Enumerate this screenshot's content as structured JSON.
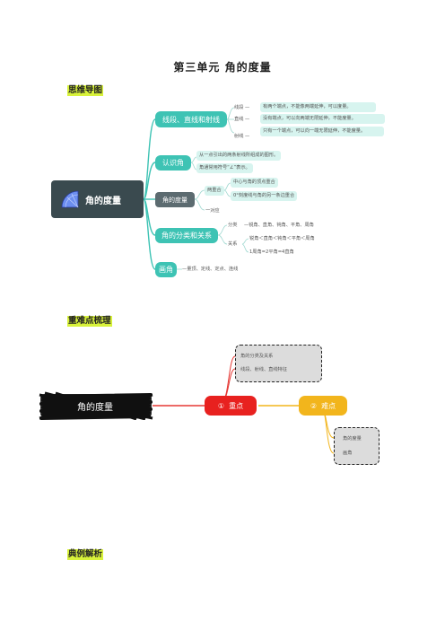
{
  "title": "第三单元  角的度量",
  "sections": {
    "mindmap": "思维导图",
    "keypoints": "重难点梳理",
    "examples": "典例解析"
  },
  "mindmap": {
    "root": "角的度量",
    "branches": {
      "b1": {
        "label": "线段、直线和射线",
        "items": [
          {
            "name": "线段",
            "desc": "有两个端点，不能像两端延伸，可以度量。"
          },
          {
            "name": "直线",
            "desc": "没有端点，可以向两端无限延伸，不能度量。"
          },
          {
            "name": "射线",
            "desc": "只有一个端点，可以向一端无限延伸，不能度量。"
          }
        ]
      },
      "b2": {
        "label": "认识角",
        "items": [
          "从一点引出的两条射线所组成的图形。",
          "角通常用符号“∠”表示。"
        ]
      },
      "b3": {
        "label": "角的度量",
        "sub": "两重合",
        "subitems": [
          "中心与角的顶点重合",
          "0°刻度线与角的另一条边重合"
        ],
        "sub2": "一对应"
      },
      "b4": {
        "label": "角的分类和关系",
        "fenlei": "分类",
        "fenlei_items": "—锐角、直角、钝角、平角、周角",
        "guanxi": "关系",
        "guanxi_items": [
          "锐角＜直角＜钝角＜平角＜周角",
          "1周角=2平角=4直角"
        ]
      },
      "b5": {
        "label": "画角",
        "items": "—量顶、定线、定点、连线"
      }
    }
  },
  "keymap": {
    "root": "角的度量",
    "zhongdian": {
      "num": "①",
      "label": "重点",
      "items": [
        "角的分类及关系",
        "线段、射线、直线特征"
      ]
    },
    "nandian": {
      "num": "②",
      "label": "难点",
      "items": [
        "角的度量",
        "画角"
      ]
    }
  }
}
